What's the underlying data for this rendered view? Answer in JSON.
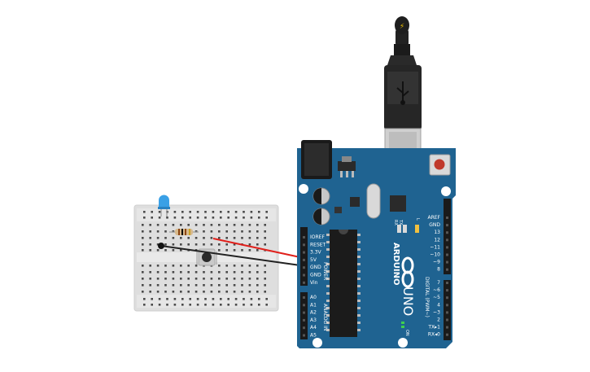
{
  "breadboard": {
    "led_color": "#3aa0e6",
    "resistor_body": "#d7b98c"
  },
  "arduino": {
    "brand": "ARDUINO",
    "model": "UNO",
    "on_label": "ON",
    "tx_label": "TX",
    "rx_label": "RX",
    "l_label": "L",
    "power_group_label": "POWER",
    "analog_group_label": "ANALOG IN",
    "digital_group_label": "DIGITAL (PWM~)",
    "power_pins": [
      "IOREF",
      "RESET",
      "3.3V",
      "5V",
      "GND",
      "GND",
      "Vin"
    ],
    "analog_pins": [
      "A0",
      "A1",
      "A2",
      "A3",
      "A4",
      "A5"
    ],
    "digital_pins_top": [
      "AREF",
      "GND",
      "13",
      "12",
      "~11",
      "~10",
      "~9",
      "8"
    ],
    "digital_pins_bottom": [
      "7",
      "~6",
      "~5",
      "4",
      "~3",
      "2",
      "TX▸1",
      "RX◂0"
    ],
    "board_color": "#1f6391"
  },
  "usb": {
    "plug_icon": "⚡"
  },
  "wires": {
    "red_color": "#e0201b",
    "black_color": "#222222"
  }
}
